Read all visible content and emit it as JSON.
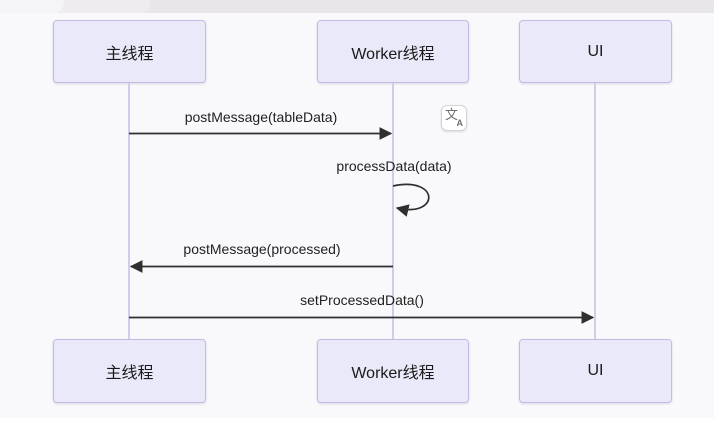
{
  "page": {
    "background": "#f9f8fb",
    "topbar_color": "#e8e6e9"
  },
  "diagram": {
    "type": "sequence",
    "actors": [
      {
        "label": "主线程"
      },
      {
        "label": "Worker线程"
      },
      {
        "label": "UI"
      }
    ],
    "messages": [
      {
        "label": "postMessage(tableData)",
        "from": "主线程",
        "to": "Worker线程",
        "style": "solid-arrow"
      },
      {
        "label": "processData(data)",
        "from": "Worker线程",
        "to": "Worker线程",
        "style": "self-loop"
      },
      {
        "label": "postMessage(processed)",
        "from": "Worker线程",
        "to": "主线程",
        "style": "solid-arrow"
      },
      {
        "label": "setProcessedData()",
        "from": "主线程",
        "to": "UI",
        "style": "solid-arrow"
      }
    ],
    "colors": {
      "actor_fill": "#e9e9f9",
      "actor_border": "#c3bce2",
      "lifeline": "#d3cce9",
      "arrow": "#2f2f2f",
      "text": "#1f1f1f"
    }
  },
  "overlay": {
    "translate_icon": {
      "primary_glyph": "文",
      "secondary_glyph": "A"
    }
  }
}
